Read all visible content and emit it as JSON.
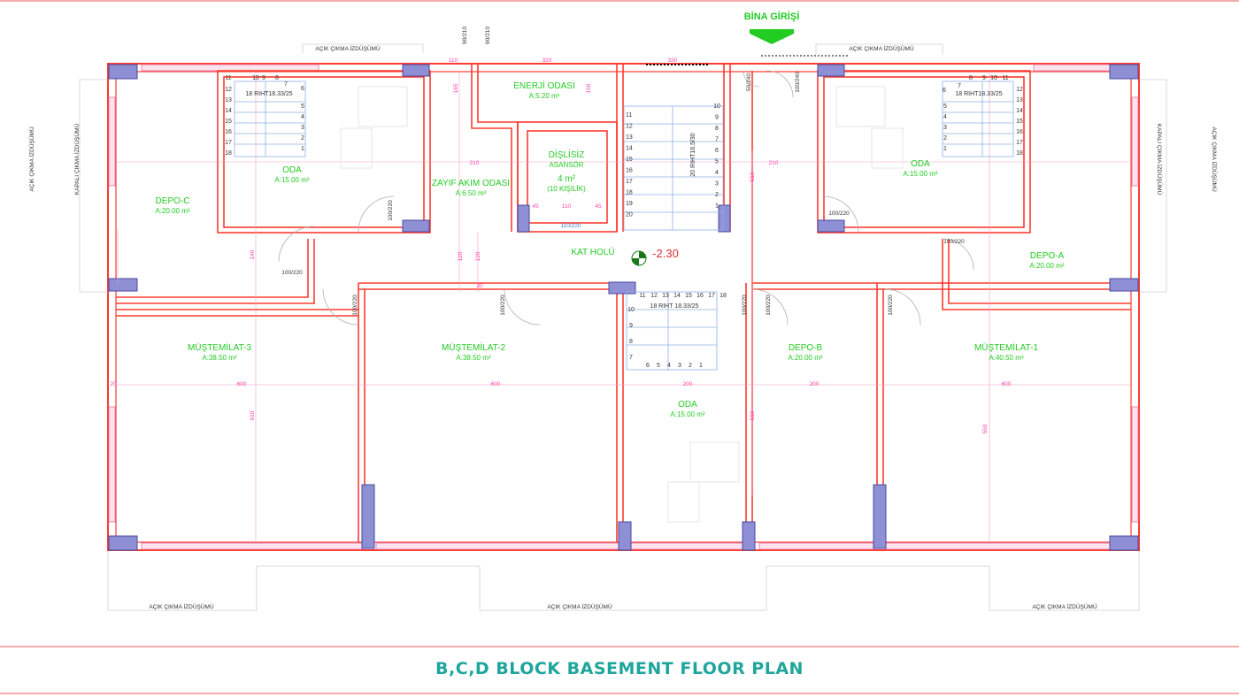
{
  "title": "B,C,D BLOCK BASEMENT FLOOR PLAN",
  "colors": {
    "title": "#1fa69c",
    "room_label": "#22cc22",
    "wall": "#ff3b2f",
    "wall_fill": "#f5c6bf",
    "column": "#8f8fd6",
    "dims": "#ff44aa",
    "frame": "#f07a7a",
    "outline": "#d0d0d0"
  },
  "entrance": "BİNA GİRİŞİ",
  "level": "-2.30",
  "projections": {
    "acik": "AÇIK ÇIKMA İZDÜŞÜMÜ",
    "kapali": "KAPALI ÇIKMA İZDÜŞÜMÜ"
  },
  "door_labels": [
    "90/210",
    "90/210",
    "100/240",
    "50/240",
    "100/220",
    "100/220",
    "100/220",
    "100/220",
    "100/220",
    "100/220",
    "100/220",
    "100/220",
    "100/220",
    "110/220"
  ],
  "dims": [
    "110",
    "320",
    "330",
    "210",
    "210",
    "600",
    "600",
    "200",
    "200",
    "600",
    "610",
    "550",
    "510",
    "140",
    "165",
    "120",
    "120",
    "45",
    "110",
    "45",
    "20",
    "30",
    "150",
    "510"
  ],
  "stairs": {
    "left": "18 RIHT18.33/25",
    "right": "18 RIHT18.33/25",
    "main": "20 RIHT16.5/30",
    "lower": "18 RIHT 18.33/25"
  },
  "rooms": [
    {
      "name": "ODA",
      "area": "A:15.00 m²"
    },
    {
      "name": "DEPO-C",
      "area": "A:20.00 m²"
    },
    {
      "name": "ENERJİ ODASI",
      "area": "A:5.20 m²"
    },
    {
      "name": "ZAYIF AKIM ODASI",
      "area": "A:6.50 m²"
    },
    {
      "name": "DİŞLİSİZ",
      "area": "ASANSÖR"
    },
    {
      "name": "4 m²",
      "area": "(10 KİŞİLİK)"
    },
    {
      "name": "ODA",
      "area": "A:15.00 m²"
    },
    {
      "name": "DEPO-A",
      "area": "A:20.00 m²"
    },
    {
      "name": "KAT HOLÜ",
      "area": ""
    },
    {
      "name": "MÜŞTEMİLAT-3",
      "area": "A:38.50 m²"
    },
    {
      "name": "MÜŞTEMİLAT-2",
      "area": "A:38.50 m²"
    },
    {
      "name": "DEPO-B",
      "area": "A:20.00 m²"
    },
    {
      "name": "MÜŞTEMİLAT-1",
      "area": "A:40.50 m²"
    },
    {
      "name": "ODA",
      "area": "A:15.00 m²"
    }
  ]
}
